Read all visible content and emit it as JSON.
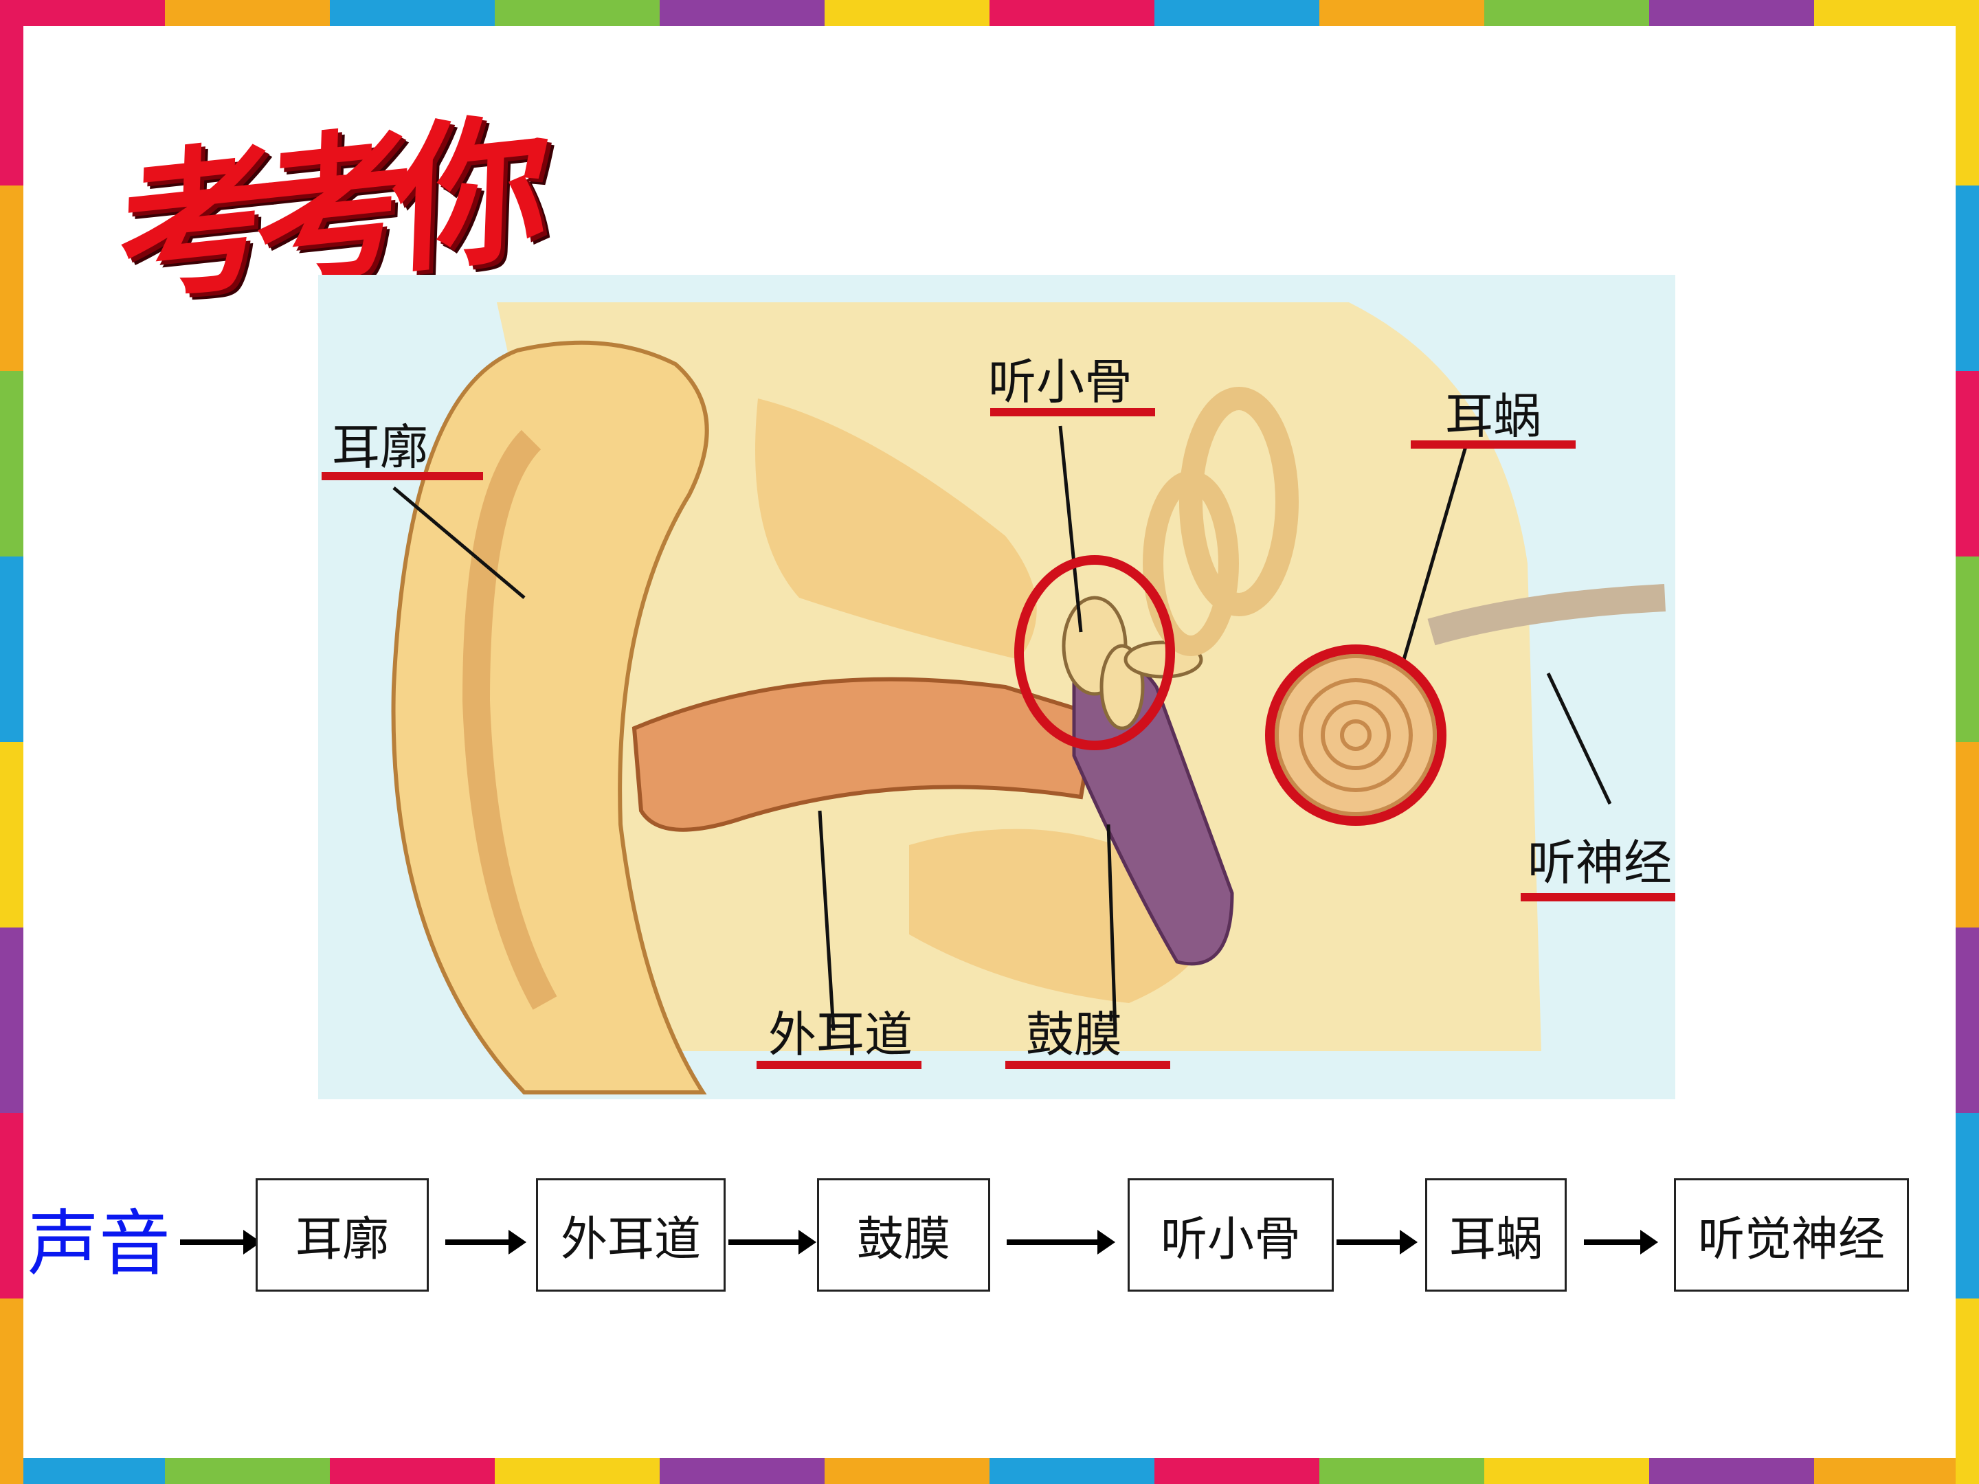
{
  "title": "考考你",
  "figure": {
    "labels": {
      "pinna": "耳廓",
      "ossicles": "听小骨",
      "cochlea": "耳蜗",
      "auditory_nerve": "听神经",
      "ear_canal": "外耳道",
      "eardrum": "鼓膜"
    },
    "highlight_color": "#d10f1b"
  },
  "flow": {
    "start": "声音",
    "steps": [
      "耳廓",
      "外耳道",
      "鼓膜",
      "听小骨",
      "耳蜗",
      "听觉神经"
    ]
  },
  "colors": {
    "title": "#e8101a",
    "start_text": "#0a18f0",
    "frame": [
      "#e6175c",
      "#f4a81c",
      "#1fa0db",
      "#7cc242",
      "#8e3fa0",
      "#f7d21a"
    ]
  }
}
